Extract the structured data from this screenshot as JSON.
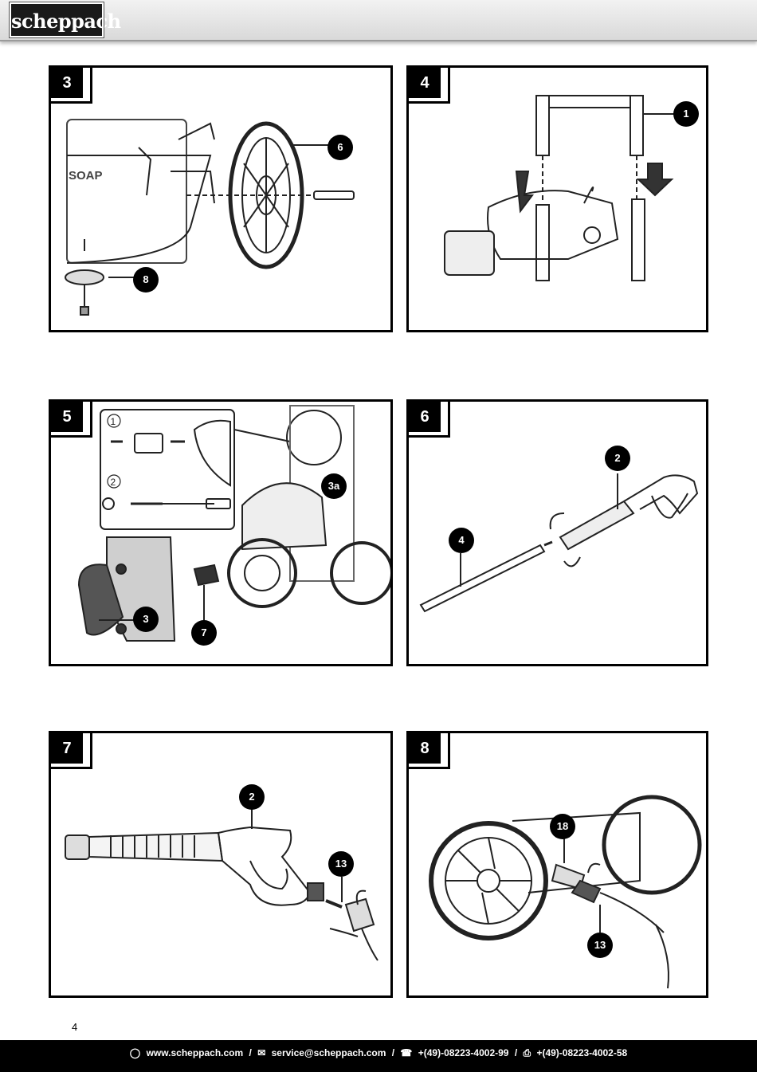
{
  "header": {
    "brand": "scheppach"
  },
  "panels": [
    {
      "number": "3",
      "callouts": [
        "6",
        "8"
      ],
      "printed_text": "SOAP"
    },
    {
      "number": "4",
      "callouts": [
        "1"
      ]
    },
    {
      "number": "5",
      "callouts": [
        "3a",
        "3",
        "7"
      ],
      "step_markers": [
        "1",
        "2"
      ]
    },
    {
      "number": "6",
      "callouts": [
        "2",
        "4"
      ]
    },
    {
      "number": "7",
      "callouts": [
        "2",
        "13"
      ]
    },
    {
      "number": "8",
      "callouts": [
        "18",
        "13"
      ]
    }
  ],
  "page_number": "4",
  "footer": {
    "website": "www.scheppach.com",
    "email": "service@scheppach.com",
    "phone": "+(49)-08223-4002-99",
    "fax": "+(49)-08223-4002-58",
    "separator": "/"
  }
}
